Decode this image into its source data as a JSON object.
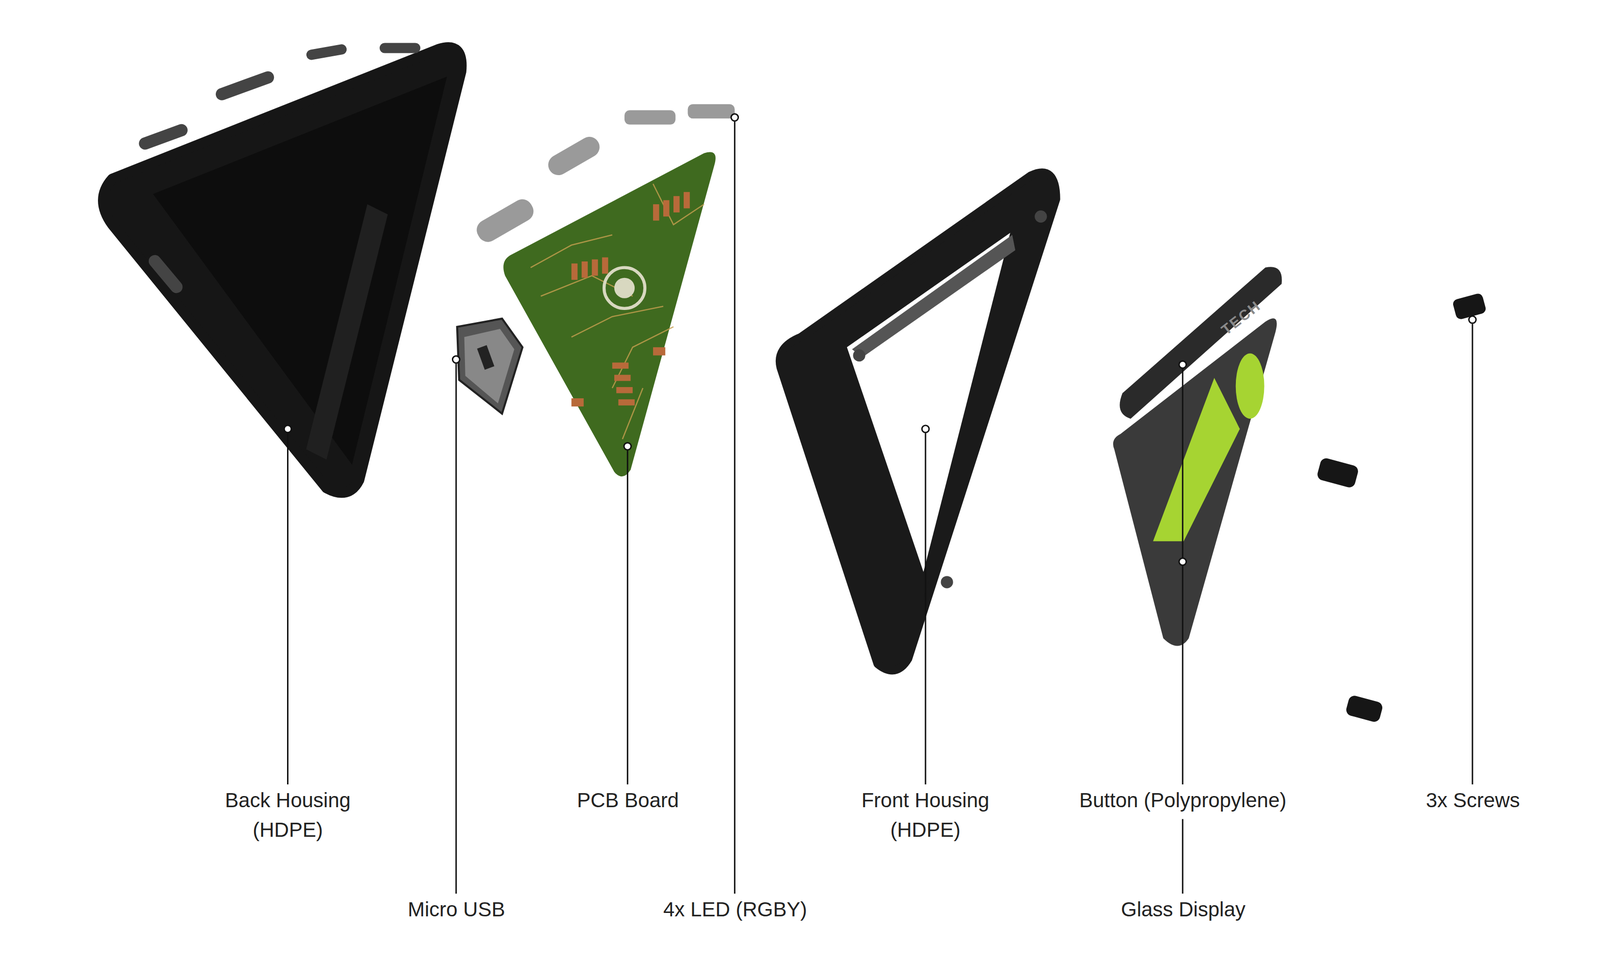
{
  "diagram": {
    "labels": [
      "Back Housing (HDPE)",
      "Micro USB",
      "PCB Board",
      "4x LED (RGBY)",
      "Front Housing (HDPE)",
      "Button (Polypropylene)",
      "Glass Display",
      "3x Screws",
      "TECH"
    ]
  }
}
